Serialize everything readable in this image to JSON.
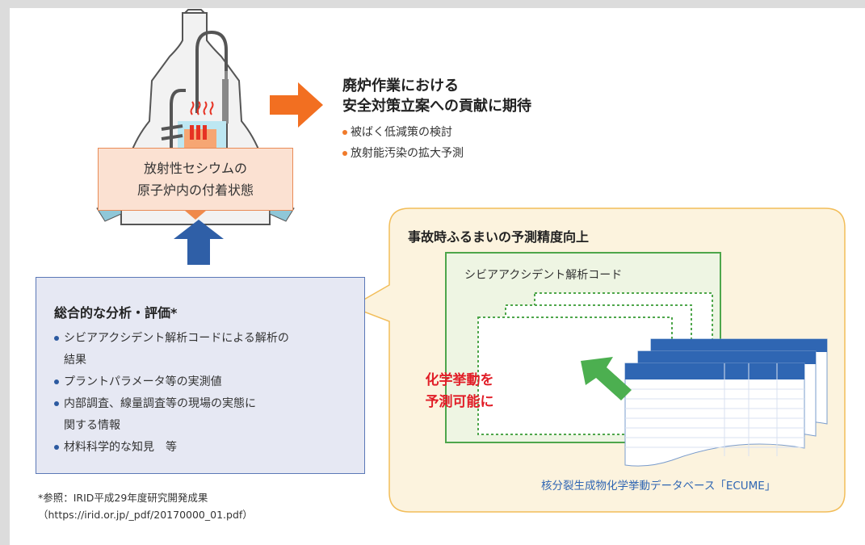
{
  "colors": {
    "orange_arrow": "#f26f21",
    "blue_arrow": "#2f5fa7",
    "green_arrow": "#4caf50",
    "green_border": "#4ea64b",
    "yellow_box": "#fcf3de",
    "yellow_border": "#f2bd59",
    "analysis_bg": "#e6e8f3",
    "analysis_border": "#5b78b7",
    "highlight_red": "#e11d27",
    "link_blue": "#2f66b3"
  },
  "icons": {
    "reactor": "reactor-vessel-illustration",
    "right_arrow": "orange-right-arrow-icon",
    "up_arrow": "blue-up-arrow-icon",
    "diag_arrow": "green-diagonal-arrow-icon",
    "table_stack": "database-table-stack-icon"
  },
  "reactor": {
    "label_line1": "放射性セシウムの",
    "label_line2": "原子炉内の付着状態"
  },
  "expectation": {
    "title_line1": "廃炉作業における",
    "title_line2": "安全対策立案への貢献に期待",
    "items": [
      "被ばく低減策の検討",
      "放射能汚染の拡大予測"
    ]
  },
  "analysis": {
    "title": "総合的な分析・評価*",
    "items": [
      [
        "シビアアクシデント解析コードによる解析の",
        "結果"
      ],
      [
        "プラントパラメータ等の実測値"
      ],
      [
        "内部調査、線量調査等の現場の実態に",
        "関する情報"
      ],
      [
        "材料科学的な知見　等"
      ]
    ]
  },
  "note": {
    "line1": "*参照：IRID平成29年度研究開発成果",
    "line2": "（https://irid.or.jp/_pdf/20170000_01.pdf）"
  },
  "accident": {
    "title": "事故時ふるまいの予測精度向上",
    "code_label": "シビアアクシデント解析コード",
    "red_line1": "化学挙動を",
    "red_line2": "予測可能に",
    "ecume_label": "核分裂生成物化学挙動データベース「ECUME」"
  }
}
